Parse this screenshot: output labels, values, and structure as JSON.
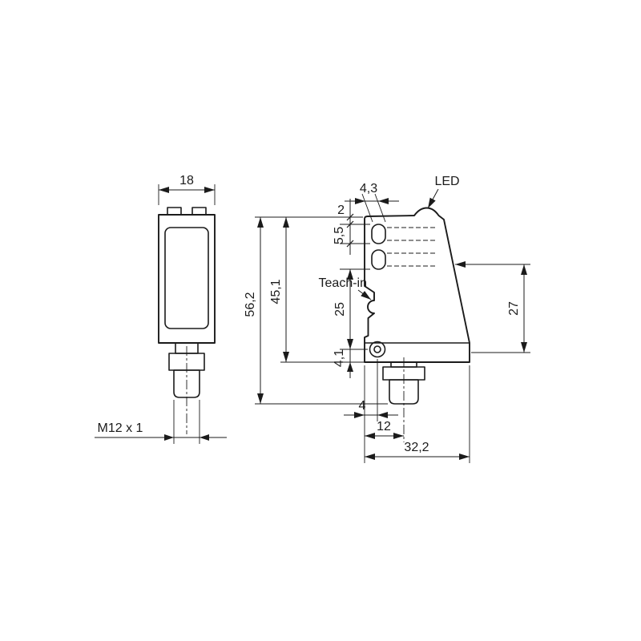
{
  "colors": {
    "line": "#1b1b1b",
    "background": "#ffffff"
  },
  "front_view": {
    "dim_width": "18",
    "dim_thread": "M12 x 1"
  },
  "side_view": {
    "dim_slot_width": "4,3",
    "label_led": "LED",
    "dim_top_offset": "2",
    "dim_slot_pitch": "5,5",
    "label_teach_in": "Teach-in",
    "dim_total_height": "56,2",
    "dim_body_height": "45,1",
    "dim_mid": "25",
    "dim_hole_offset": "4,1",
    "dim_beam_height": "27",
    "dim_hole_x": "4",
    "dim_connector_x": "12",
    "dim_depth": "32,2"
  }
}
